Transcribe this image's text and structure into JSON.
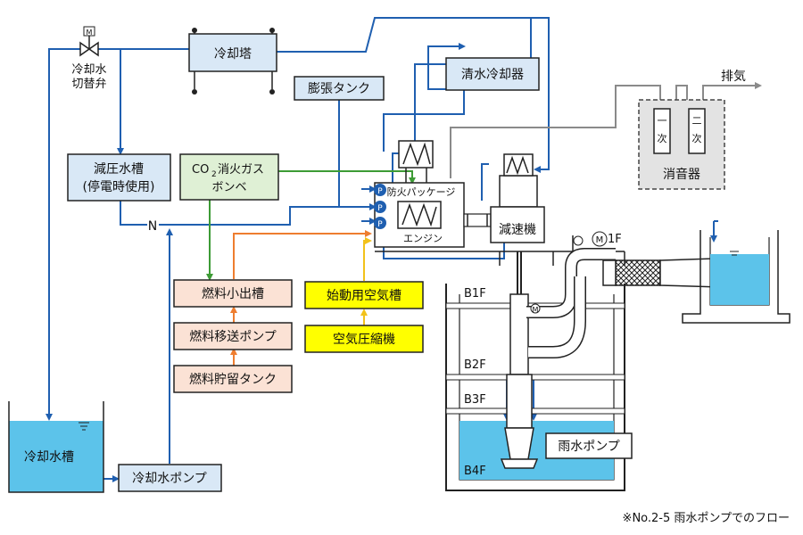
{
  "labels": {
    "cooling_tower": "冷却塔",
    "valve_l1": "冷却水",
    "valve_l2": "切替弁",
    "valve_m": "M",
    "decomp_l1": "減圧水槽",
    "decomp_l2": "(停電時使用)",
    "co2_l1": "CO",
    "co2_sub": "2",
    "co2_l1b": "消火ガス",
    "co2_l2": "ボンベ",
    "expansion_tank": "膨張タンク",
    "fresh_cooler": "清水冷却器",
    "exhaust": "排気",
    "muffler_1": "一",
    "muffler_1b": "次",
    "muffler_2": "二",
    "muffler_2b": "次",
    "muffler": "消音器",
    "fire_package": "防火パッケージ",
    "engine": "エンジン",
    "reducer": "減速機",
    "p": "P",
    "m1f": "M",
    "f1": "1F",
    "m_small": "M",
    "b1f": "B1F",
    "b2f": "B2F",
    "b3f": "B3F",
    "b4f": "B4F",
    "fuel_small_tank": "燃料小出槽",
    "fuel_transfer_pump": "燃料移送ポンプ",
    "fuel_storage_tank": "燃料貯留タンク",
    "start_air_tank": "始動用空気槽",
    "air_compressor": "空気圧縮機",
    "cooling_water_tank": "冷却水槽",
    "cooling_water_pump": "冷却水ポンプ",
    "rain_pump": "雨水ポンプ",
    "n": "N",
    "note": "※No.2-5 雨水ポンプでのフロー"
  },
  "colors": {
    "cooling_line": "#1f5fb0",
    "co2_line": "#3d9b35",
    "fuel_line": "#ee7d2f",
    "air_line": "#f2c21b",
    "exhaust_line": "#8a8a8a",
    "water": "#5cc3ea",
    "box_blue": "#d9e8f6",
    "box_green": "#dff0d5",
    "box_salmon": "#fbe2d5",
    "box_yellow": "#ffff00"
  }
}
